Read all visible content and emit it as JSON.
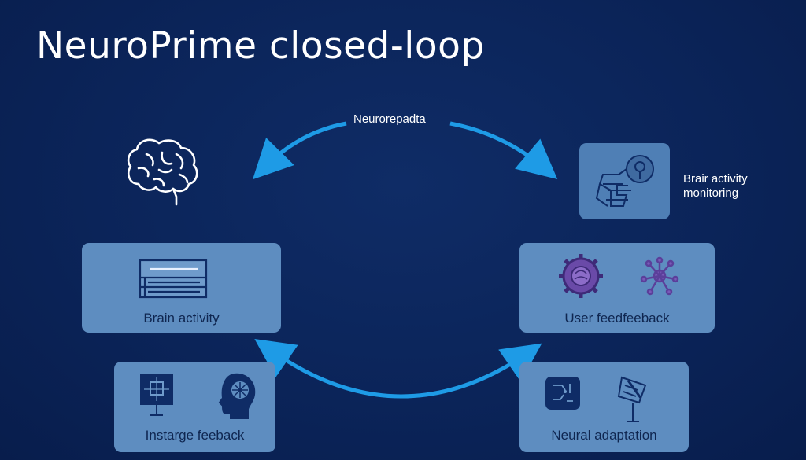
{
  "title": "NeuroPrime closed-loop",
  "top_arrow_label": "Neurorepadta",
  "monitor": {
    "label_line1": "Brair activity",
    "label_line2": "monitoring",
    "icon": "magnifier-chart-icon"
  },
  "brain_icon": "brain-outline-icon",
  "cards": {
    "brain_activity": {
      "label": "Brain activity",
      "icon": "display-list-icon"
    },
    "user_feedback": {
      "label": "User feedfeeback",
      "icons": [
        "gear-brain-icon",
        "neuron-network-icon"
      ]
    },
    "instant_feedback": {
      "label": "Instarge feeback",
      "icons": [
        "chip-monitor-icon",
        "head-profile-icon"
      ]
    },
    "neural_adaptation": {
      "label": "Neural adaptation",
      "icons": [
        "circuit-board-icon",
        "flag-pen-icon"
      ]
    }
  },
  "colors": {
    "background": "#0b2459",
    "card": "#5e8dc0",
    "arrow": "#1e9be6",
    "icon_dark": "#0f2c66",
    "icon_purple": "#6a4aa8"
  }
}
